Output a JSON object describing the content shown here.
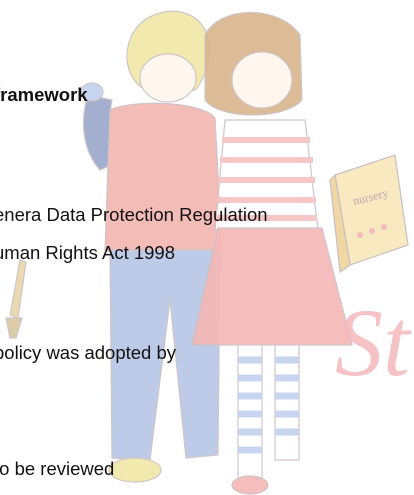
{
  "document": {
    "heading": "framework",
    "legislation": [
      "enera Data Protection Regulation",
      "uman Rights Act 1998"
    ],
    "adoption_text": "policy was adopted by",
    "review_text": " to be reviewed"
  },
  "watermark": {
    "book_cover_text": "nursery",
    "logo_letters": "St",
    "colors": {
      "hair_boy": "#f1e7a6",
      "hair_girl": "#d9b48c",
      "jumper": "#f2b5b0",
      "sleeve": "#9aa7c9",
      "jeans": "#b8c6e6",
      "skirt": "#f5b8b6",
      "stripes": "#f6c1c1",
      "tights": "#c3d1ef",
      "book": "#f8e9c0",
      "logo": "#f4b9bd",
      "outline": "#c9bfc2"
    }
  }
}
